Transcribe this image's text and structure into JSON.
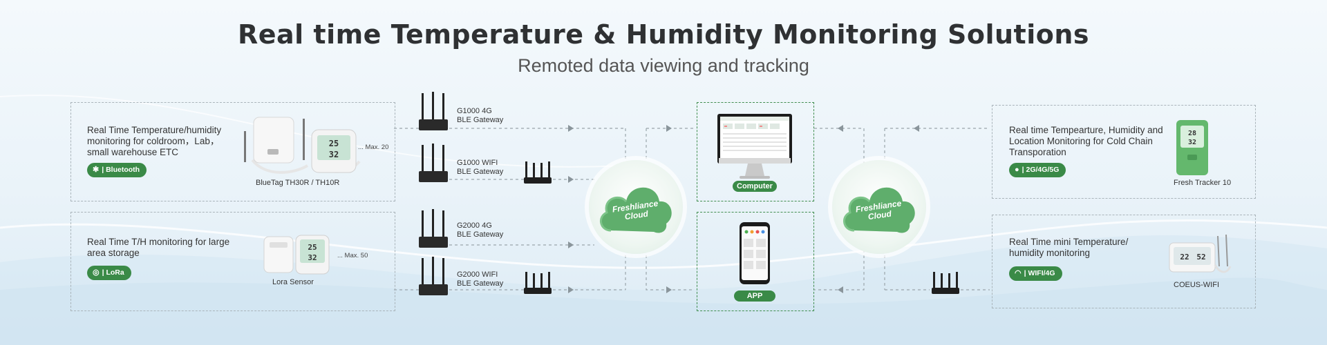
{
  "header": {
    "title": "Real time Temperature & Humidity Monitoring Solutions",
    "subtitle": "Remoted data viewing and tracking"
  },
  "left_panels": [
    {
      "description": "Real Time Temperature/humidity monitoring for coldroom，Lab，small warehouse ETC",
      "badge": "| Bluetooth",
      "device_label": "BlueTag TH30R / TH10R",
      "max_note": "... Max. 20",
      "display_values": [
        "25",
        "32"
      ]
    },
    {
      "description": "Real Time T/H monitoring for large area storage",
      "badge": "| LoRa",
      "device_label": "Lora Sensor",
      "max_note": "... Max. 50",
      "display_values": [
        "25",
        "32"
      ]
    }
  ],
  "gateways": [
    {
      "name": "G1000 4G",
      "type": "BLE Gateway"
    },
    {
      "name": "G1000 WIFI",
      "type": "BLE Gateway"
    },
    {
      "name": "G2000 4G",
      "type": "BLE Gateway"
    },
    {
      "name": "G2000 WIFI",
      "type": "BLE Gateway"
    }
  ],
  "clouds": [
    {
      "brand": "Freshliance",
      "word": "Cloud"
    },
    {
      "brand": "Freshliance",
      "word": "Cloud"
    }
  ],
  "endpoints": {
    "computer_label": "Computer",
    "app_label": "APP"
  },
  "right_panels": [
    {
      "description": "Real time Tempearture, Humidity and Location Monitoring for Cold Chain Transporation",
      "badge": "| 2G/4G/5G",
      "device_label": "Fresh Tracker 10",
      "display_values": [
        "28",
        "32"
      ]
    },
    {
      "description": "Real Time mini Temperature/ humidity monitoring",
      "badge": "| WIFI/4G",
      "device_label": "COEUS-WIFI",
      "display_values": [
        "22",
        "52"
      ]
    }
  ],
  "colors": {
    "brand_green": "#3a8a47",
    "cloud_green": "#62b06e",
    "dashed_gray": "#a9b4ba"
  },
  "icons": {
    "bluetooth": "bluetooth-icon",
    "lora": "lora-icon",
    "cellular": "location-pin-icon",
    "wifi": "wifi-icon"
  }
}
